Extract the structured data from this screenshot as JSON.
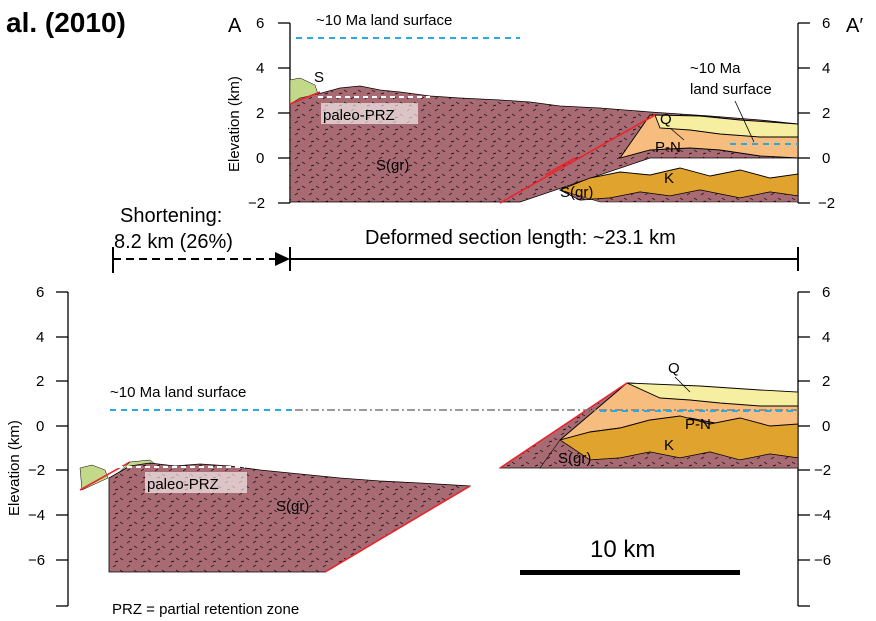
{
  "header": {
    "title_fragment": "al. (2010)"
  },
  "top_section": {
    "label_left": "A",
    "label_right": "A′",
    "ylabel": "Elevation (km)",
    "yticks": [
      "6",
      "4",
      "2",
      "0",
      "−2"
    ],
    "land_surface_left": "~10 Ma land surface",
    "land_surface_right_1": "~10 Ma",
    "land_surface_right_2": "land surface",
    "unit_s": "S",
    "unit_q": "Q",
    "unit_pn": "P-N",
    "unit_k": "K",
    "unit_sgr_left": "S(gr)",
    "unit_sgr_right": "S(gr)",
    "prz_label": "paleo-PRZ"
  },
  "middle": {
    "shortening_1": "Shortening:",
    "shortening_2": "8.2 km (26%)",
    "deformed_length": "Deformed section length: ~23.1 km"
  },
  "bottom_section": {
    "ylabel": "Elevation (km)",
    "yticks": [
      "6",
      "4",
      "2",
      "0",
      "−2",
      "−4",
      "−6"
    ],
    "land_surface": "~10 Ma land surface",
    "prz_label": "paleo-PRZ",
    "unit_sgr_left": "S(gr)",
    "unit_sgr_right": "S(gr)",
    "unit_q": "Q",
    "unit_pn": "P-N",
    "unit_k": "K",
    "scale_label": "10 km",
    "footnote": "PRZ = partial retention zone"
  },
  "colors": {
    "granite": "#a86b74",
    "cretaceous": "#e0a32e",
    "paleogene_neogene": "#f6bd7e",
    "quaternary": "#f6eea0",
    "sediment": "#c2d98a",
    "fault": "#e8262c",
    "land_surface_line": "#29a9e1"
  }
}
